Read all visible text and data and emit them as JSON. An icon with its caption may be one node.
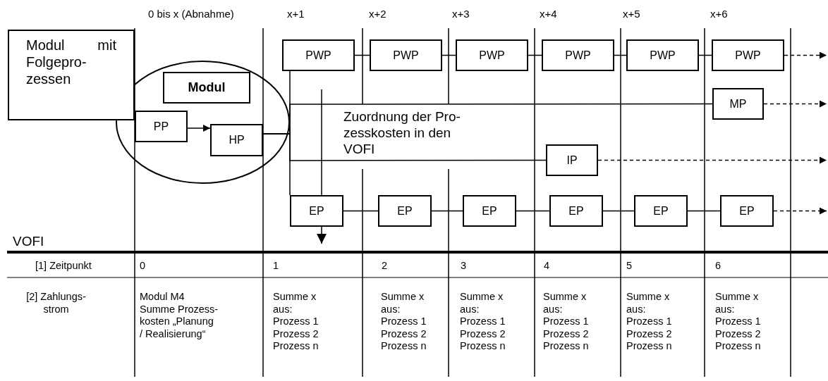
{
  "diagram": {
    "nodes": [
      {
        "text": [
          "Modul mit Folgepro- zessen"
        ]
      },
      {
        "text": [],
        "shape": "ellipse"
      },
      {
        "text": [
          "Modul"
        ],
        "in": 1
      },
      {
        "text": [
          "PP"
        ],
        "in": 1
      },
      {
        "text": [
          "HP"
        ],
        "in": 1
      },
      {
        "text": [
          "PWP"
        ]
      },
      {
        "text": [
          "PWP"
        ]
      },
      {
        "text": [
          "PWP"
        ]
      },
      {
        "text": [
          "PWP"
        ]
      },
      {
        "text": [
          "PWP"
        ]
      },
      {
        "text": [
          "PWP"
        ]
      },
      {
        "text": [
          "MP"
        ]
      },
      {
        "text": [
          "IP"
        ]
      },
      {
        "text": [
          "EP"
        ]
      },
      {
        "text": [
          "EP"
        ]
      },
      {
        "text": [
          "EP"
        ]
      },
      {
        "text": [
          "EP"
        ]
      },
      {
        "text": [
          "EP"
        ]
      },
      {
        "text": [
          "EP"
        ]
      }
    ],
    "edges": [
      {
        "from": 3,
        "to": 4,
        "arrow": "to"
      },
      {
        "from": 4,
        "to": 5,
        "arrow": "none"
      },
      {
        "from": 4,
        "to": 11,
        "arrow": "none"
      },
      {
        "from": 4,
        "to": 12,
        "arrow": "none"
      },
      {
        "from": 4,
        "to": 13,
        "arrow": "none"
      },
      {
        "from": 5,
        "to": 6,
        "arrow": "none"
      },
      {
        "from": 6,
        "to": 7,
        "arrow": "none"
      },
      {
        "from": 7,
        "to": 8,
        "arrow": "none"
      },
      {
        "from": 8,
        "to": 9,
        "arrow": "none"
      },
      {
        "from": 9,
        "to": 10,
        "arrow": "none"
      },
      {
        "from": 10,
        "to": null,
        "arrow": "to",
        "style": "dashed"
      },
      {
        "from": 11,
        "to": null,
        "arrow": "to",
        "style": "dashed"
      },
      {
        "from": 12,
        "to": null,
        "arrow": "to",
        "style": "dashed"
      },
      {
        "from": 13,
        "to": 14,
        "arrow": "none"
      },
      {
        "from": 14,
        "to": 15,
        "arrow": "none"
      },
      {
        "from": 15,
        "to": 16,
        "arrow": "none"
      },
      {
        "from": 16,
        "to": 17,
        "arrow": "none"
      },
      {
        "from": 17,
        "to": 18,
        "arrow": "none"
      },
      {
        "from": 18,
        "to": null,
        "arrow": "to",
        "style": "dashed"
      }
    ],
    "labels": [
      "0 bis x (Abnahme)",
      "x+1",
      "x+2",
      "x+3",
      "x+4",
      "x+5",
      "x+6",
      "Zuordnung der Pro- zesskosten in den VOFI",
      "VOFI",
      "[1] Zeitpunkt",
      "0",
      "1",
      "2",
      "3",
      "4",
      "5",
      "6",
      "[2] Zahlungs- strom",
      "Modul M4 Summe Prozess- kosten „Planung / Realisierung“",
      "Summe x aus: Prozess 1 Prozess 2 Prozess n",
      "Summe x aus: Prozess 1 Prozess 2 Prozess n",
      "Summe x aus: Prozess 1 Prozess 2 Prozess n",
      "Summe x aus: Prozess 1 Prozess 2 Prozess n",
      "Summe x aus: Prozess 1 Prozess 2 Prozess n",
      "Summe x aus: Prozess 1 Prozess 2 Prozess n"
    ]
  }
}
